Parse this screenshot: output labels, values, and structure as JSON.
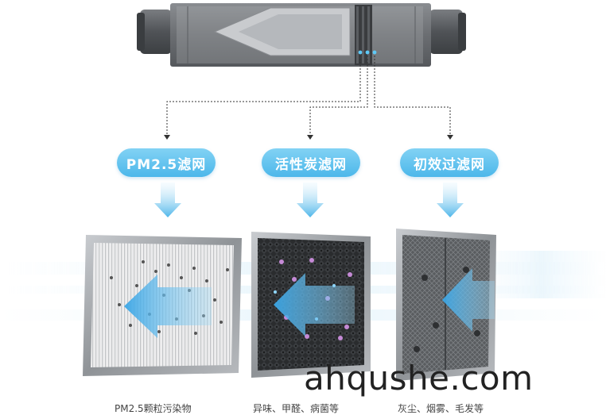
{
  "filters": [
    {
      "title": "PM2.5滤网",
      "caption": "PM2.5颗粒污染物"
    },
    {
      "title": "活性炭滤网",
      "caption": "异味、甲醛、病菌等"
    },
    {
      "title": "初效过滤网",
      "caption": "灰尘、烟雾、毛发等"
    }
  ],
  "watermark": "ahqushe.com",
  "colors": {
    "accent": "#4cb7ea",
    "unit_body": "#6f7276",
    "frame": "#9a9ea3"
  },
  "icons": [
    "air-flow-arrow-icon",
    "down-arrow-icon",
    "indicator-light-icon"
  ]
}
